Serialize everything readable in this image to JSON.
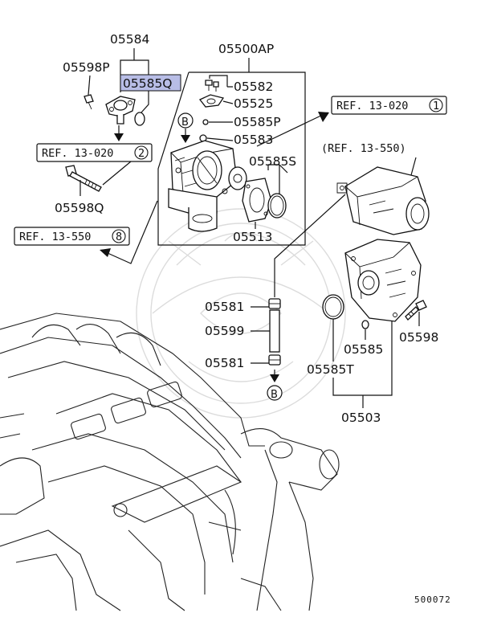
{
  "labels": {
    "p05584": "05584",
    "p05598P": "05598P",
    "p05585Q": "05585Q",
    "p05500AP": "05500AP",
    "p05582": "05582",
    "p05525": "05525",
    "p05585P": "05585P",
    "p05583": "05583",
    "p05585S": "05585S",
    "p05513": "05513",
    "p05598Q": "05598Q",
    "p05581a": "05581",
    "p05599": "05599",
    "p05581b": "05581",
    "p05585": "05585",
    "p05585T": "05585T",
    "p05598": "05598",
    "p05503": "05503"
  },
  "refs": {
    "ref1": "REF. 13-020",
    "ref1_num": "1",
    "ref2": "REF. 13-020",
    "ref2_num": "2",
    "ref3": "REF. 13-550",
    "ref3_num": "8",
    "ref4": "(REF. 13-550)"
  },
  "markers": {
    "b_top": "B",
    "b_bottom": "B"
  },
  "highlight_color": "#b8bde6",
  "diagram_number": "500072"
}
